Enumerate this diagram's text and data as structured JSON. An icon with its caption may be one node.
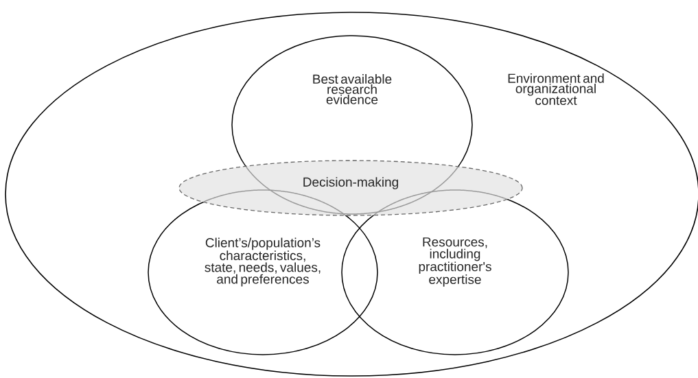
{
  "diagram": {
    "nodes": [
      {
        "text": [
          "Environment and organizational context"
        ]
      },
      {
        "text": [
          "Best available research evidence"
        ],
        "in": 0
      },
      {
        "text": [
          "Decision-making"
        ],
        "in": 0
      },
      {
        "text": [
          "Client’s/population’s characteristics, state, needs, values, and preferences"
        ],
        "in": 0
      },
      {
        "text": [
          "Resources, including practitioner's expertise"
        ],
        "in": 0
      }
    ]
  }
}
